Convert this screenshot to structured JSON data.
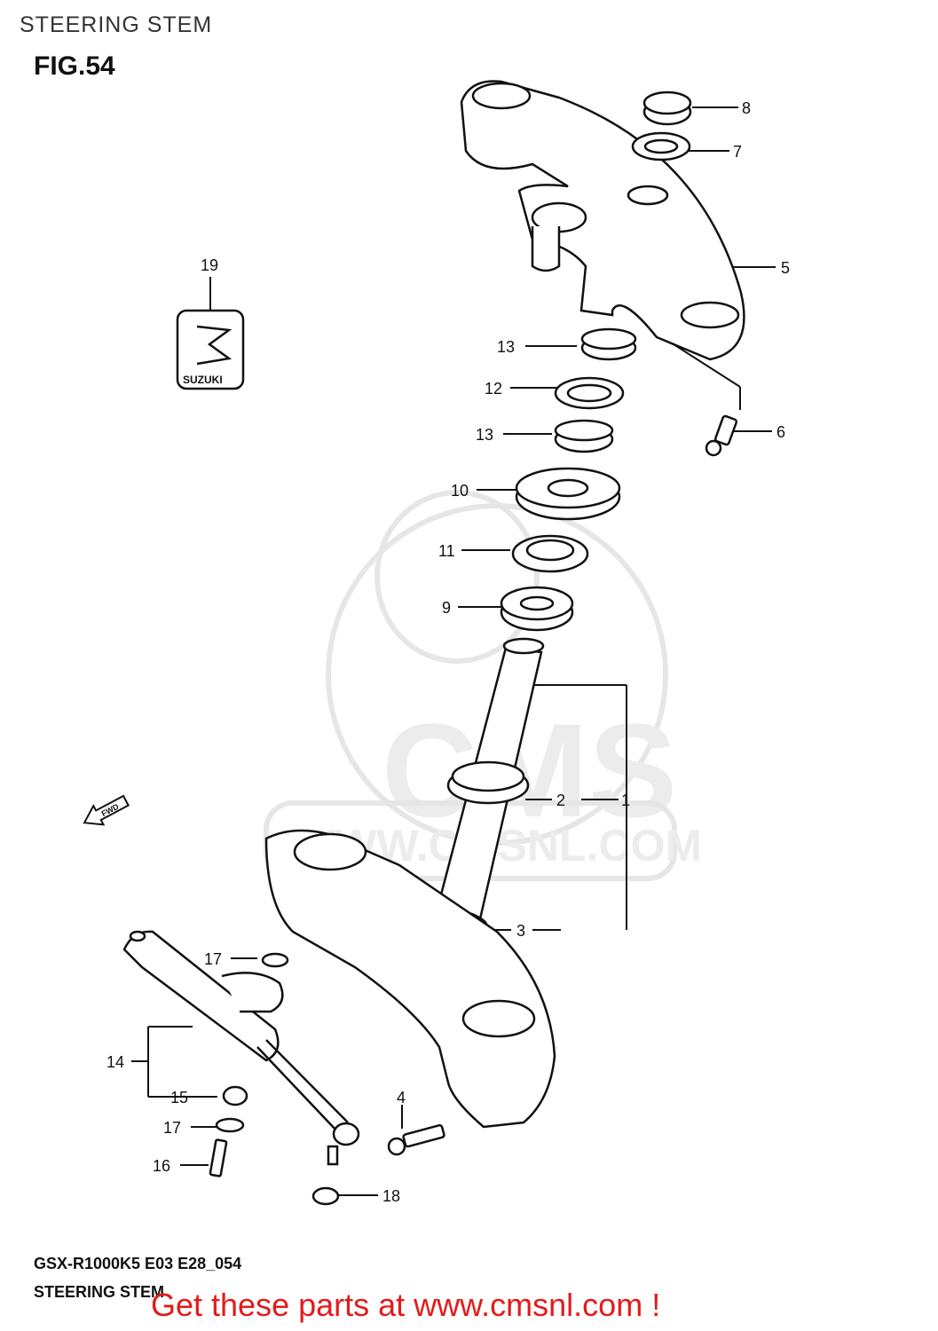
{
  "page": {
    "heading": "STEERING STEM"
  },
  "figure": {
    "id": "FIG.54",
    "model_code": "GSX-R1000K5 E03 E28_054",
    "footer_title": "STEERING STEM"
  },
  "logo": {
    "brand": "SUZUKI"
  },
  "watermark": {
    "text": "CMS",
    "url": "WWW.CMSNL.COM"
  },
  "direction_label": "FWD",
  "callouts": [
    "8",
    "7",
    "5",
    "19",
    "13",
    "12",
    "6",
    "13",
    "10",
    "11",
    "9",
    "2",
    "1",
    "3",
    "17",
    "14",
    "15",
    "17",
    "4",
    "16",
    "18"
  ],
  "promo": {
    "text": "Get these parts at www.cmsnl.com !",
    "color": "#e31b1b"
  }
}
